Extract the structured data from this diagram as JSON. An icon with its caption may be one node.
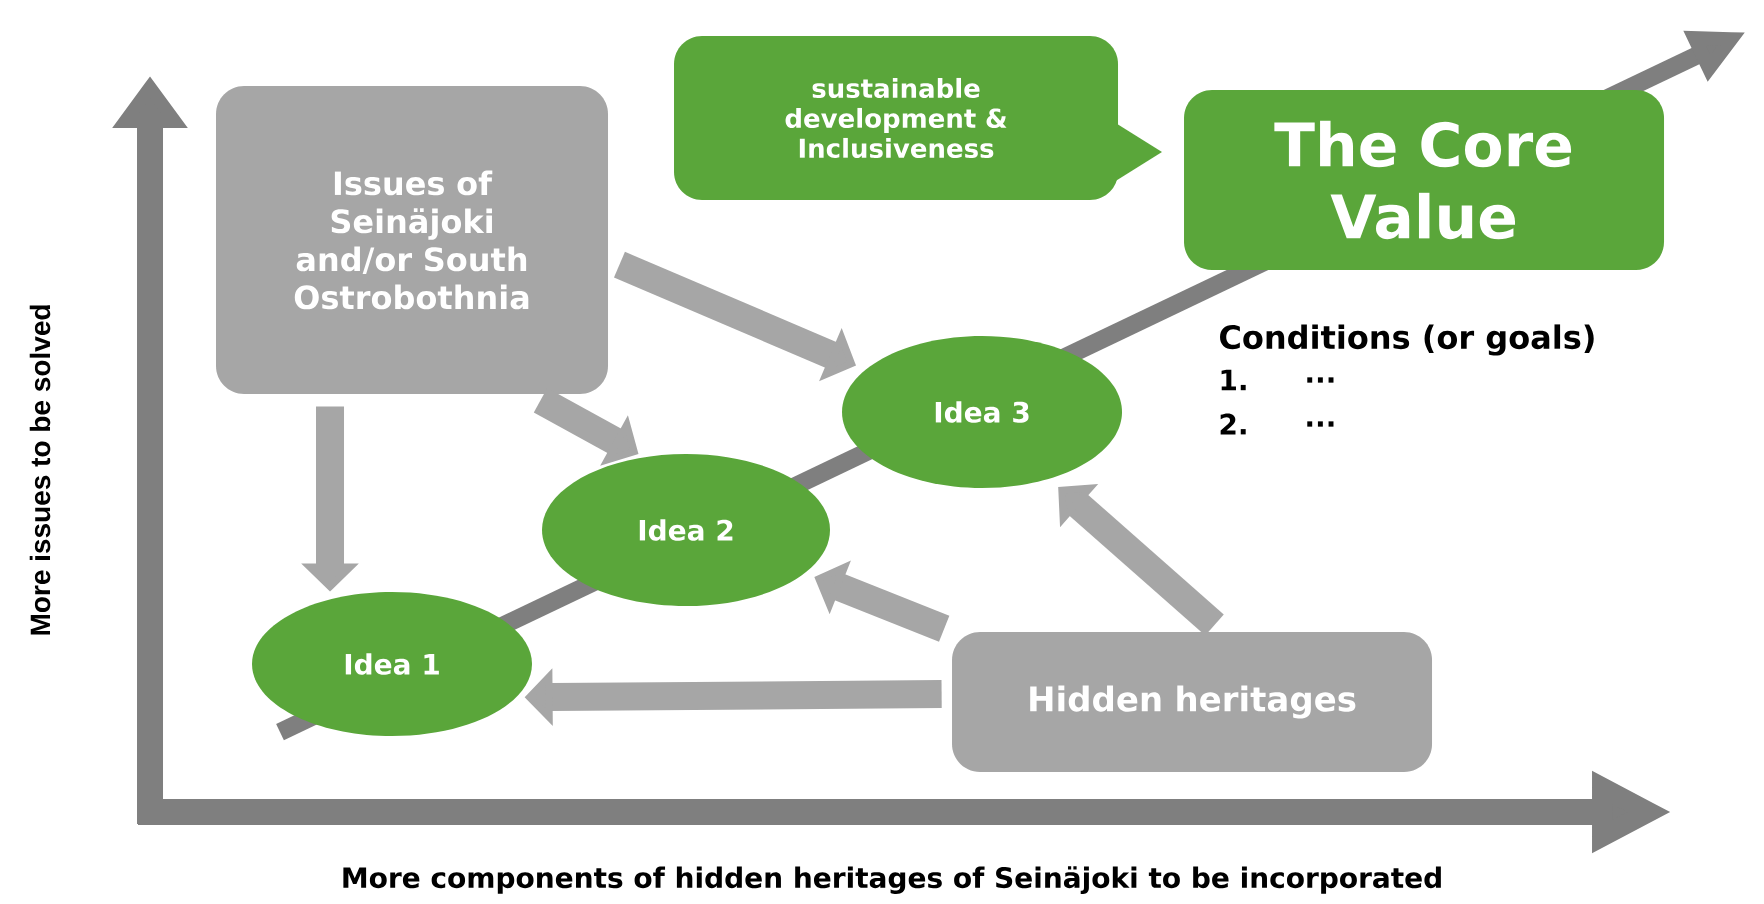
{
  "diagram": {
    "nodes": [
      {
        "text": [
          "Issues of Seinäjoki and/or South Ostrobothnia"
        ]
      },
      {
        "text": [
          "sustainable development & Inclusiveness"
        ]
      },
      {
        "text": [
          "The Core Value"
        ]
      },
      {
        "text": [
          "Idea 3"
        ]
      },
      {
        "text": [
          "Idea 2"
        ]
      },
      {
        "text": [
          "Idea 1"
        ]
      },
      {
        "text": [
          "Hidden heritages"
        ]
      }
    ],
    "edges": [
      {
        "from": 0,
        "to": 5,
        "arrow": "to"
      },
      {
        "from": 0,
        "to": 4,
        "arrow": "to"
      },
      {
        "from": 0,
        "to": 3,
        "arrow": "to"
      },
      {
        "from": 6,
        "to": 5,
        "arrow": "to"
      },
      {
        "from": 6,
        "to": 4,
        "arrow": "to"
      },
      {
        "from": 6,
        "to": 3,
        "arrow": "to"
      }
    ],
    "labels": [
      "Conditions (or goals)",
      "1.",
      "...",
      "2.",
      "...",
      "More issues to be solved",
      "More components of hidden heritages of Seinäjoki to be incorporated"
    ]
  }
}
